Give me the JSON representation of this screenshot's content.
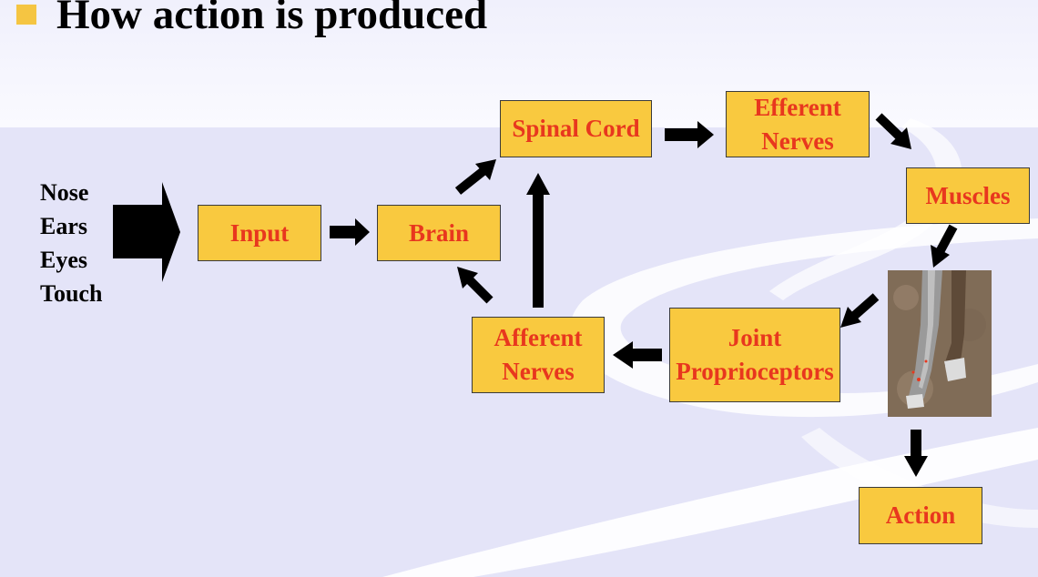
{
  "title": "How action is produced",
  "inputs": [
    "Nose",
    "Ears",
    "Eyes",
    "Touch"
  ],
  "boxes": {
    "input": "Input",
    "brain": "Brain",
    "spinal_cord": "Spinal Cord",
    "efferent_1": "Efferent",
    "efferent_2": "Nerves",
    "muscles": "Muscles",
    "joint_1": "Joint",
    "joint_2": "Proprioceptors",
    "afferent_1": "Afferent",
    "afferent_2": "Nerves",
    "action": "Action"
  },
  "colors": {
    "box_fill": "#f9c93f",
    "box_text": "#e8371e",
    "bullet": "#f5c542",
    "arrow": "#000000",
    "background": "#e4e4f8"
  }
}
